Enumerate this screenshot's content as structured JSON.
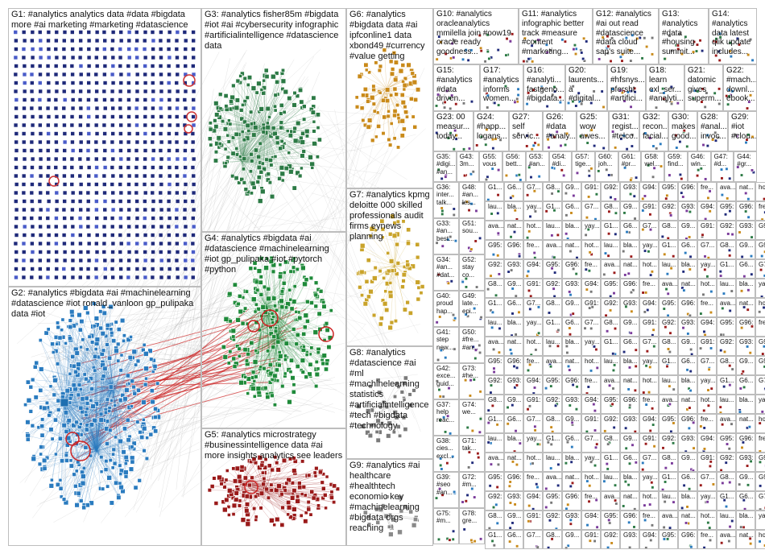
{
  "groups": [
    {
      "id": "G1",
      "text": "G1: #analytics analytics data #data #bigdata more #ai marketing #marketing #datascience",
      "color": "#1f2a7a"
    },
    {
      "id": "G2",
      "text": "G2: #analytics #bigdata #ai #machinelearning #datascience #iot ronald_vanloon gp_pulipaka data #iot",
      "color": "#2a7bbf"
    },
    {
      "id": "G3",
      "text": "G3: #analytics fisher85m #bigdata #iot #ai #cybersecurity infographic #artificialintelligence #datascience data",
      "color": "#2c7a45"
    },
    {
      "id": "G4",
      "text": "G4: #analytics #bigdata #ai #datascience #machinelearning #iot gp_pulipaka #iot #pytorch #python",
      "color": "#1f8a3a"
    },
    {
      "id": "G5",
      "text": "G5: #analytics microstrategy #businessintelligence data #ai more insights analytics see leaders",
      "color": "#9a1a1a"
    },
    {
      "id": "G6",
      "text": "G6: #analytics #bigdata data #ai ipfconline1 data xbond49 #currency #value getting",
      "color": "#c98a1a"
    },
    {
      "id": "G7",
      "text": "G7: #analytics kpmg deloitte 000 skilled professionals audit firms eynews planning",
      "color": "#c9a32a"
    },
    {
      "id": "G8",
      "text": "G8: #analytics #datascience #ai #ml #machinelearning statistics #artificialintelligence #tech #bigdata #technology",
      "color": "#7a7a7a"
    },
    {
      "id": "G9",
      "text": "G9: #analytics #ai healthcare #healthtech economic key #machinelearning #bigdata orgs reaching",
      "color": "#7a7a7a"
    },
    {
      "id": "G10",
      "text": "G10: #analytics oracleanalytics mmilella join #oow19 oracle ready goodness...",
      "color": "#555"
    },
    {
      "id": "G11",
      "text": "G11: #analytics infographic better track #measure #content #marketing...",
      "color": "#555"
    },
    {
      "id": "G12",
      "text": "G12: #analytics #ai out read #datascience #data cloud sap's suite...",
      "color": "#555"
    },
    {
      "id": "G13",
      "text": "G13: #analytics #data #housing summit...",
      "color": "#555"
    },
    {
      "id": "G14",
      "text": "G14: #analytics data latest qlik update includes...",
      "color": "#555"
    },
    {
      "id": "G15",
      "text": "G15: #analytics #data driven...",
      "color": "#555"
    },
    {
      "id": "G17",
      "text": "G17: #analytics informs women...",
      "color": "#555"
    },
    {
      "id": "G16",
      "text": "G16: #analyti... fastgeno... #bigdata...",
      "color": "#555"
    },
    {
      "id": "G20",
      "text": "G20: laurents... à #digital...",
      "color": "#555"
    },
    {
      "id": "G19",
      "text": "G19: #hfsnys... pfersht #artifici...",
      "color": "#555"
    },
    {
      "id": "G18",
      "text": "G18: learn exl_ser... #analyti...",
      "color": "#555"
    },
    {
      "id": "G21",
      "text": "G21: datomic gives superm...",
      "color": "#555"
    },
    {
      "id": "G22",
      "text": "G22: #mach... downl... ebook...",
      "color": "#555"
    },
    {
      "id": "G23",
      "text": "G23: 00 measur... today...",
      "color": "#555"
    },
    {
      "id": "G24",
      "text": "G24: #happ... logans...",
      "color": "#555"
    },
    {
      "id": "G27",
      "text": "G27: self servic...",
      "color": "#555"
    },
    {
      "id": "G26",
      "text": "G26: #data #analy...",
      "color": "#555"
    },
    {
      "id": "G25",
      "text": "G25: wow awes...",
      "color": "#555"
    },
    {
      "id": "G31",
      "text": "G31: regist... #telco...",
      "color": "#555"
    },
    {
      "id": "G32",
      "text": "G32: recon... facial...",
      "color": "#555"
    },
    {
      "id": "G30",
      "text": "G30: makes good...",
      "color": "#555"
    },
    {
      "id": "G28",
      "text": "G28: #anal... invoc...",
      "color": "#555"
    },
    {
      "id": "G29",
      "text": "G29: #iot #clou...",
      "color": "#555"
    }
  ],
  "small_row1": [
    "G35: #digi... #an...",
    "G43: 3m...",
    "G55: vous",
    "G56: bett...",
    "G53: #an...",
    "G54: #di...",
    "G57: tige...",
    "G60: joh...",
    "G61: #pr...",
    "G58: wel...",
    "G59: find...",
    "G46: win...",
    "G47: #d...",
    "G44: #gr..."
  ],
  "left_column": [
    "G36: inter... talk...",
    "G48: #an... les...",
    "G33: #an... best...",
    "G51: sou...",
    "G34: #an... #dat...",
    "G52: stay co...",
    "G40: proud hap...",
    "G49: late... epi...",
    "G41: step new...",
    "G50: #fre... #an...",
    "G42: exce... guid...",
    "G73: #he...",
    "G37: help reac...",
    "G74: we...",
    "G38: cies... excl...",
    "G71: tak...",
    "G39: #seo #an...",
    "G72: #m...",
    "G75: #m...",
    "G78: gre..."
  ],
  "tiny_labels": [
    "G1...",
    "G6...",
    "G7...",
    "G8...",
    "G9...",
    "G91:",
    "G92:",
    "G93:",
    "G94:",
    "G95:",
    "G96:",
    "fre...",
    "ava...",
    "nat...",
    "hot...",
    "lau...",
    "bla...",
    "yay..."
  ]
}
